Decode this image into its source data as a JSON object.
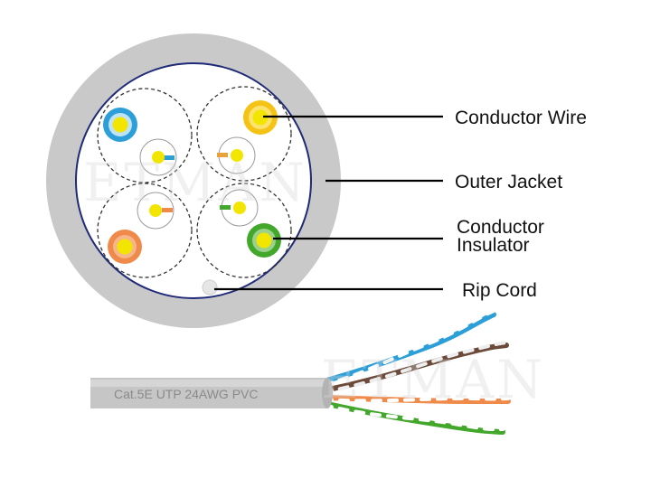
{
  "labels": {
    "conductor_wire": "Conductor Wire",
    "outer_jacket": "Outer Jacket",
    "conductor_insulator_line1": "Conductor",
    "conductor_insulator_line2": "Insulator",
    "rip_cord": "Rip Cord"
  },
  "cable_print": "Cat.5E UTP 24AWG PVC",
  "watermark": "ETMAN",
  "colors": {
    "jacket": "#c9c9c9",
    "inner_border": "#1f2a78",
    "conductor": "#f2e600",
    "blue": "#2d9fd8",
    "orange": "#f08a4b",
    "green": "#43a72c",
    "brown": "#6b4a3a",
    "leader": "#000000"
  }
}
